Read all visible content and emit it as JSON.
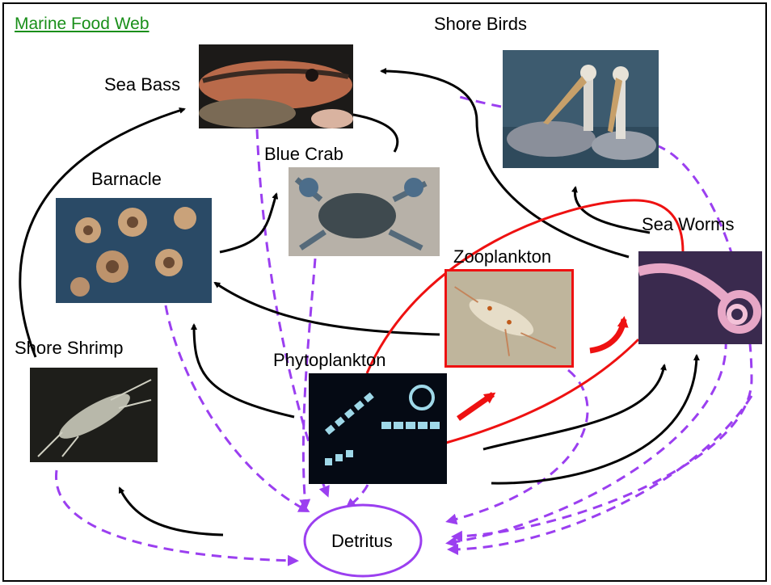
{
  "title": "Marine Food Web",
  "nodes": {
    "shore_birds": "Shore Birds",
    "sea_bass": "Sea Bass",
    "blue_crab": "Blue Crab",
    "barnacle": "Barnacle",
    "sea_worms": "Sea Worms",
    "zooplankton": "Zooplankton",
    "shore_shrimp": "Shore Shrimp",
    "phytoplankton": "Phytoplankton",
    "detritus": "Detritus"
  },
  "colors": {
    "title": "#1a8f1a",
    "feeding_arrow": "#000000",
    "decay_arrow": "#9b3ff0",
    "highlight": "#ee1111"
  }
}
